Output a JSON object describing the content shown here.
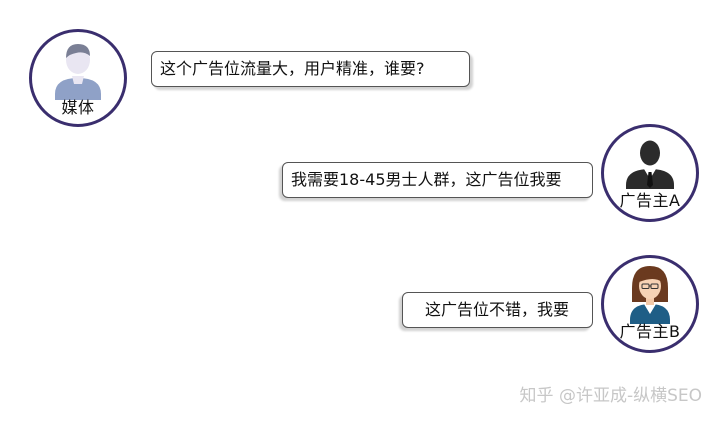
{
  "participants": {
    "media": {
      "label": "媒体",
      "icon": "person-icon"
    },
    "advertiser_a": {
      "label": "广告主A",
      "icon": "businessman-icon"
    },
    "advertiser_b": {
      "label": "广告主B",
      "icon": "businesswoman-icon"
    }
  },
  "messages": [
    {
      "from": "媒体",
      "text": "这个广告位流量大，用户精准，谁要?"
    },
    {
      "from": "广告主A",
      "text": "我需要18-45男士人群，这广告位我要"
    },
    {
      "from": "广告主B",
      "text": "这广告位不错，我要"
    }
  ],
  "watermark": "知乎 @许亚成-纵横SEO",
  "colors": {
    "ring": "#3a2e6e",
    "bubble_border": "#555555",
    "watermark": "#c7c7c7"
  }
}
